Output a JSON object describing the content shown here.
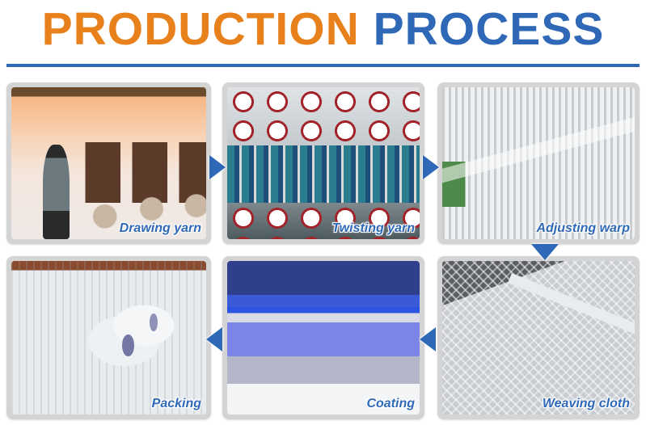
{
  "title": {
    "word1": "PRODUCTION",
    "word2": "PROCESS"
  },
  "colors": {
    "orange": "#e8801c",
    "blue": "#2f68b6",
    "card_border": "#d4d4d4"
  },
  "steps": [
    {
      "order": 1,
      "label": "Drawing yarn",
      "position": "top-left"
    },
    {
      "order": 2,
      "label": "Twisting yarn",
      "position": "top-center"
    },
    {
      "order": 3,
      "label": "Adjusting warp",
      "position": "top-right"
    },
    {
      "order": 4,
      "label": "Weaving cloth",
      "position": "bottom-right"
    },
    {
      "order": 5,
      "label": "Coating",
      "position": "bottom-center"
    },
    {
      "order": 6,
      "label": "Packing",
      "position": "bottom-left"
    }
  ],
  "arrows": [
    {
      "from": "Drawing yarn",
      "to": "Twisting yarn",
      "direction": "right"
    },
    {
      "from": "Twisting yarn",
      "to": "Adjusting warp",
      "direction": "right"
    },
    {
      "from": "Adjusting warp",
      "to": "Weaving cloth",
      "direction": "down"
    },
    {
      "from": "Weaving cloth",
      "to": "Coating",
      "direction": "left"
    },
    {
      "from": "Coating",
      "to": "Packing",
      "direction": "left"
    }
  ]
}
